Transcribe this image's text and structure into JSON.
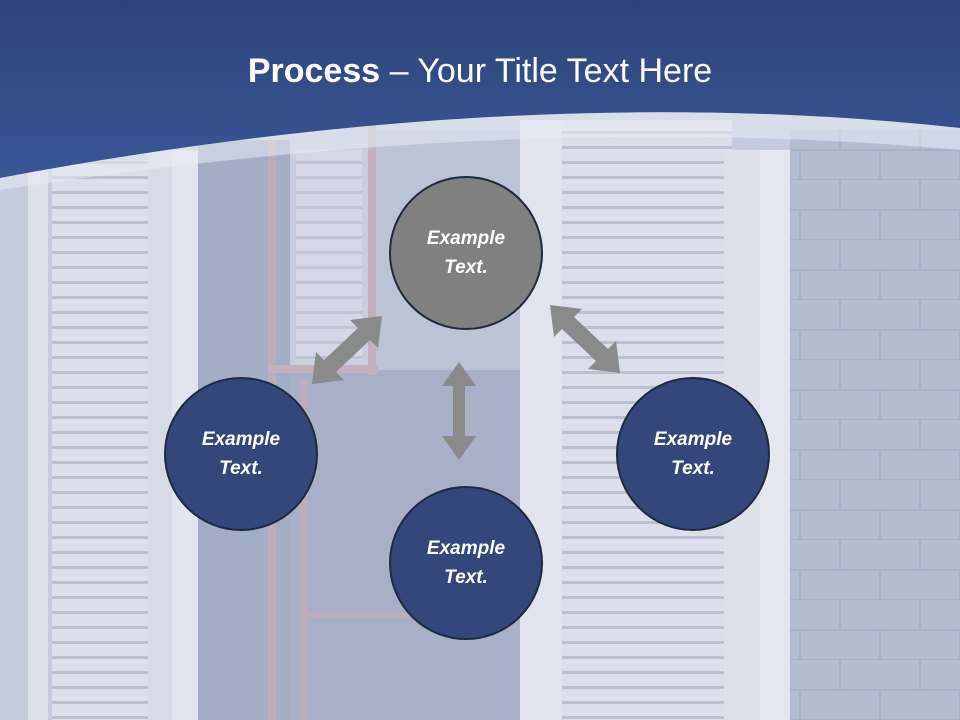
{
  "title": {
    "bold": "Process",
    "rest": " – Your Title Text Here"
  },
  "nodes": {
    "top": "Example Text.",
    "left": "Example Text.",
    "right": "Example Text.",
    "bottom": "Example Text."
  },
  "colors": {
    "header_blue": "#35508f",
    "center_node": "#808080",
    "outer_node": "#33477a",
    "arrow": "#8a8a8a"
  }
}
